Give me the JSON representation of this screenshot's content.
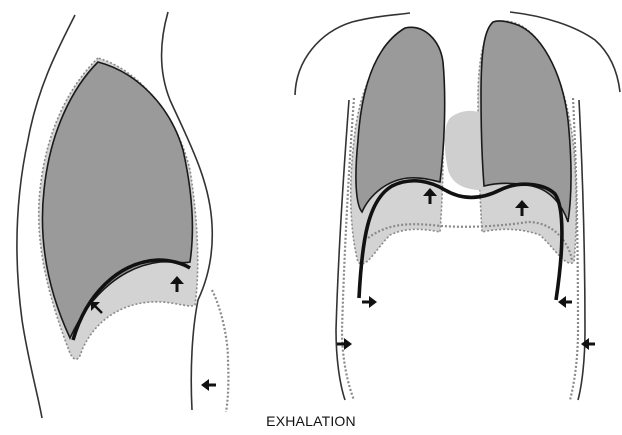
{
  "caption": "EXHALATION",
  "colors": {
    "lung": "#9a9a9a",
    "pleura_halo": "#d3d3d3",
    "heart": "#cfcfcf",
    "outline": "#222222",
    "diaphragm": "#111111",
    "dotted_previous": "#8a8a8a"
  },
  "panels": [
    {
      "view": "lateral",
      "arrows": [
        "up-right-arrow-icon",
        "up-arrow-icon",
        "left-arrow-icon"
      ]
    },
    {
      "view": "frontal",
      "arrows": [
        "up-arrow-icon",
        "up-arrow-icon",
        "right-arrow-icon",
        "left-arrow-icon",
        "right-arrow-icon",
        "left-arrow-icon"
      ]
    }
  ]
}
